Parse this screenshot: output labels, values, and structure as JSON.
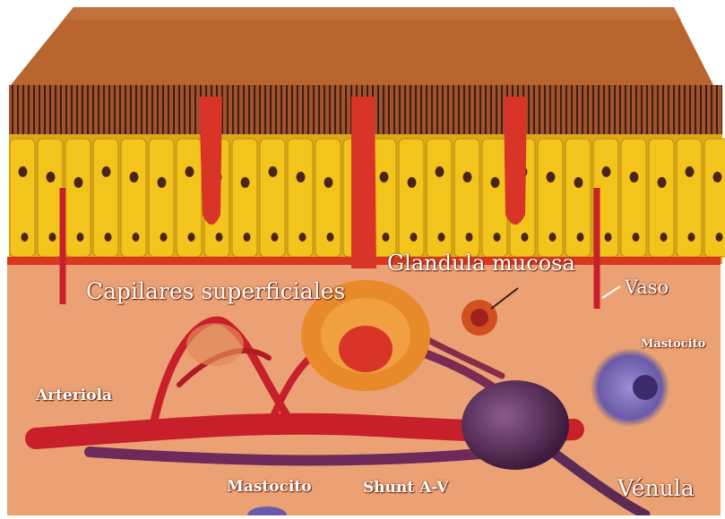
{
  "labels": {
    "capilares_superficiales": "Capilares superficiales",
    "glandula_mucosa": "Glandula mucosa",
    "vaso": "Vaso",
    "mastocito_top": "Mastocito",
    "arteriola": "Arteriola",
    "mastocito_bottom": "Mastocito",
    "shunt": "Shunt A-V",
    "venula": "Vénula"
  },
  "colors": {
    "mucus_layer": "#b9652f",
    "cilia_band": "#6e3a1f",
    "cell_yellow": "#f2c41c",
    "nucleus": "#4a2515",
    "basement": "#d9371f",
    "lamina_propria": "#eba173",
    "artery_red": "#c8202a",
    "vein_purple": "#5c2a55",
    "mast_cell": "#7a6ab8",
    "gland": "#e88a2a"
  }
}
